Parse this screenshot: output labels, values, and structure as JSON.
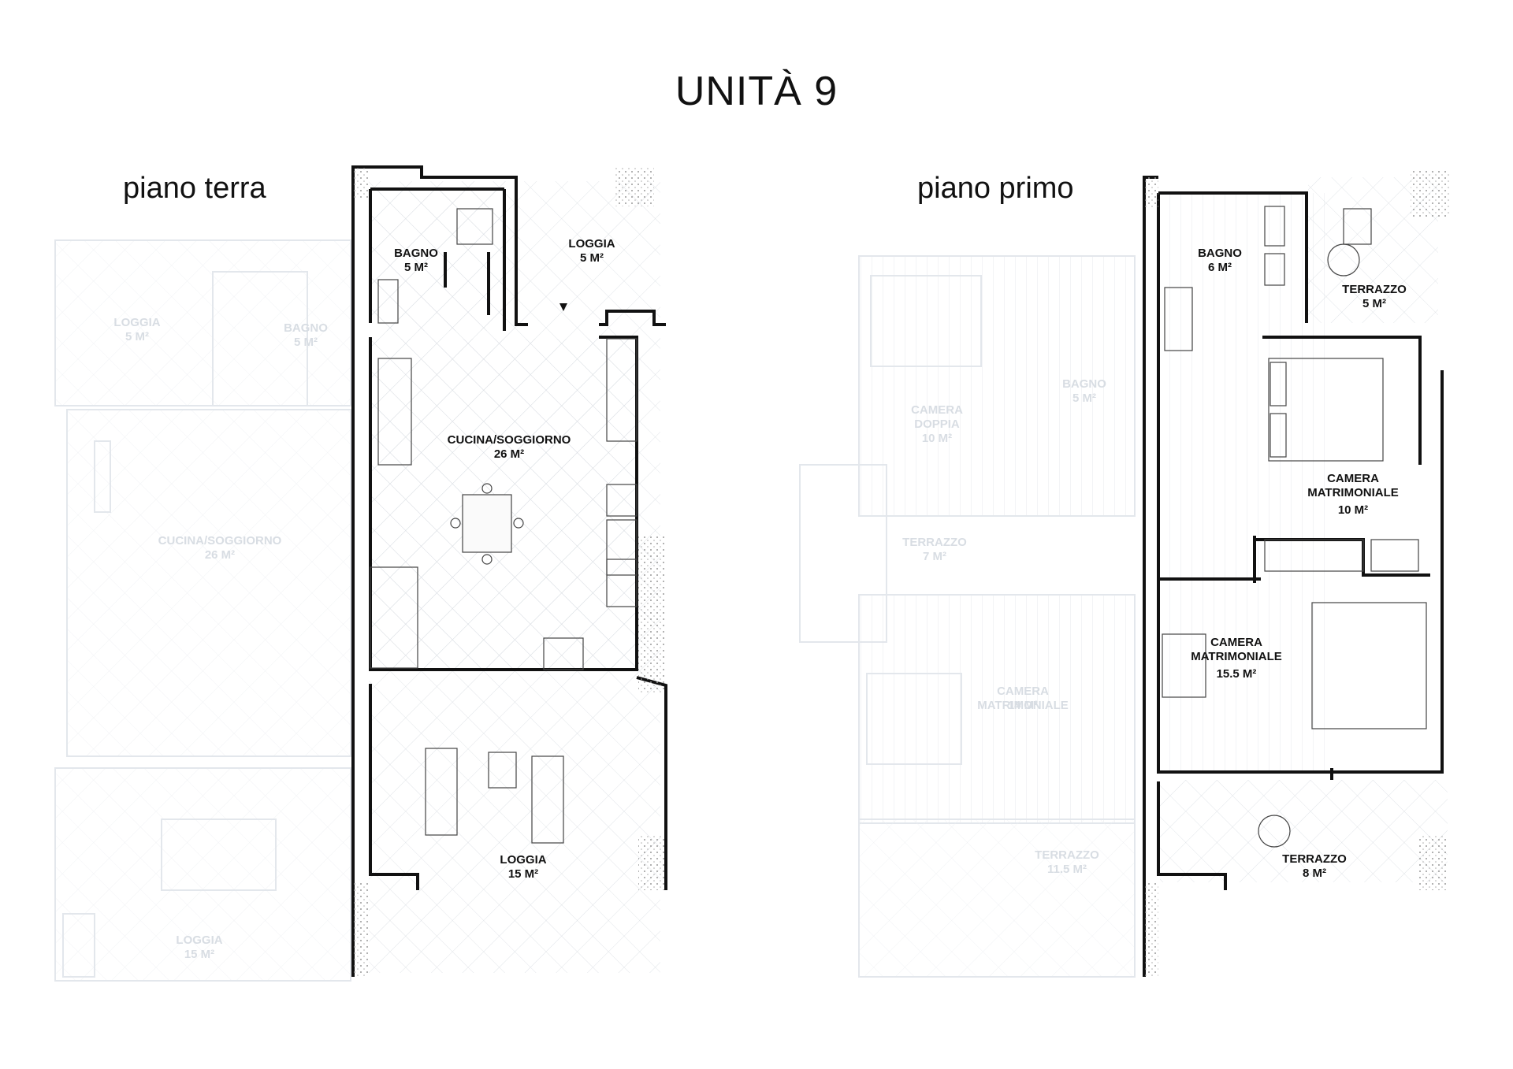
{
  "title": "UNITÀ 9",
  "floors": [
    {
      "name": "piano terra",
      "rooms": [
        {
          "name": "BAGNO",
          "area": "5 M²"
        },
        {
          "name": "LOGGIA",
          "area": "5 M²"
        },
        {
          "name": "CUCINA/SOGGIORNO",
          "area": "26 M²"
        },
        {
          "name": "LOGGIA",
          "area": "15 M²"
        }
      ],
      "adjacent_unit_rooms": [
        {
          "name": "LOGGIA",
          "area": "5 M²"
        },
        {
          "name": "BAGNO",
          "area": "5 M²"
        },
        {
          "name": "CUCINA/SOGGIORNO",
          "area": "26 M²"
        },
        {
          "name": "LOGGIA",
          "area": "15 M²"
        }
      ]
    },
    {
      "name": "piano primo",
      "rooms": [
        {
          "name": "BAGNO",
          "area": "6 M²"
        },
        {
          "name": "TERRAZZO",
          "area": "5 M²"
        },
        {
          "name": "CAMERA MATRIMONIALE",
          "area": "10 M²"
        },
        {
          "name": "CAMERA MATRIMONIALE",
          "area": "15.5 M²"
        },
        {
          "name": "TERRAZZO",
          "area": "8 M²"
        }
      ],
      "adjacent_unit_rooms": [
        {
          "name": "CAMERA DOPPIA",
          "area": "10 M²"
        },
        {
          "name": "BAGNO",
          "area": "5 M²"
        },
        {
          "name": "TERRAZZO",
          "area": "7 M²"
        },
        {
          "name": "CAMERA MATRIMONIALE",
          "area": "14 M²"
        },
        {
          "name": "TERRAZZO",
          "area": "11.5 M²"
        }
      ]
    }
  ],
  "colors": {
    "wall": "#111111",
    "hatch": "#cfd3d8",
    "ghost": "#e3e7ec"
  }
}
